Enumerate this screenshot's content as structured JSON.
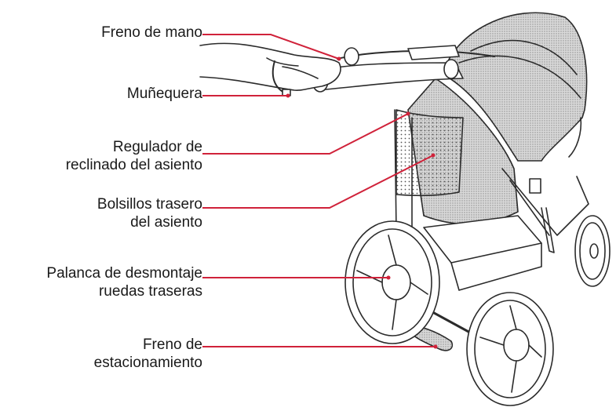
{
  "diagram": {
    "accent_color": "#d0223a",
    "line_color": "#2b2b2b",
    "labels": [
      {
        "id": "freno-de-mano",
        "lines": [
          "Freno de mano"
        ]
      },
      {
        "id": "munequera",
        "lines": [
          "Muñequera"
        ]
      },
      {
        "id": "regulador-reclinado",
        "lines": [
          "Regulador de",
          "reclinado del asiento"
        ]
      },
      {
        "id": "bolsillos-trasero",
        "lines": [
          "Bolsillos trasero",
          "del asiento"
        ]
      },
      {
        "id": "palanca-desmontaje",
        "lines": [
          "Palanca de desmontaje",
          "ruedas traseras"
        ]
      },
      {
        "id": "freno-estacionamiento",
        "lines": [
          "Freno de",
          "estacionamiento"
        ]
      }
    ]
  }
}
